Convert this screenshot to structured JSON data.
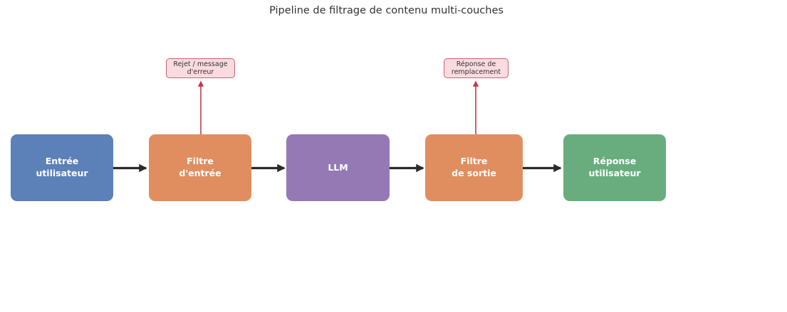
{
  "title": "Pipeline de filtrage de contenu multi-couches",
  "nodes": [
    {
      "id": "entree-utilisateur",
      "label": "Entrée\nutilisateur"
    },
    {
      "id": "filtre-entree",
      "label": "Filtre\nd'entrée"
    },
    {
      "id": "llm",
      "label": "LLM"
    },
    {
      "id": "filtre-sortie",
      "label": "Filtre\nde sortie"
    },
    {
      "id": "reponse-utilisateur",
      "label": "Réponse\nutilisateur"
    }
  ],
  "notes": [
    {
      "id": "rejet-message-erreur",
      "label": "Rejet / message\nd'erreur"
    },
    {
      "id": "reponse-de-remplacement",
      "label": "Réponse de\nremplacement"
    }
  ],
  "colors": {
    "node_input": "#5C80B8",
    "node_filter": "#E08E60",
    "node_llm": "#9579B5",
    "node_output": "#69AD7E",
    "note_background": "#FADCE0",
    "note_border": "#C96272",
    "flow_arrow": "#2B2B2B",
    "reject_arrow": "#C0394E",
    "title_text": "#333333",
    "background": "#FFFFFF"
  }
}
